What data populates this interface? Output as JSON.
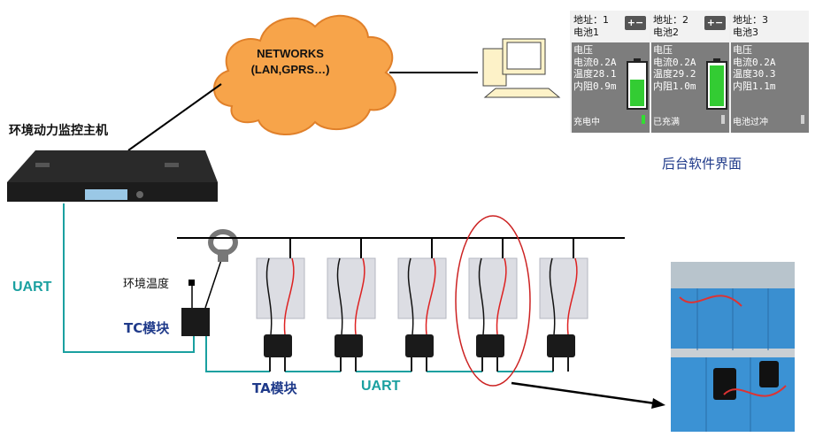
{
  "cloud": {
    "line1": "NETWORKS",
    "line2": "(LAN,GPRS…)"
  },
  "host_title": "环境动力监控主机",
  "uart_left": "UART",
  "env_temp": "环境温度",
  "tc_module": "TC模块",
  "ta_module": "TA模块",
  "uart_bottom": "UART",
  "software_caption": "后台软件界面",
  "software_panel": {
    "cells": [
      {
        "addr": "地址：1",
        "name": "电池1",
        "data": [
          "电压",
          "电流0.2A",
          "温度28.1",
          "内阻0.9m"
        ],
        "status": "充电中",
        "pm": "+−",
        "led": "green"
      },
      {
        "addr": "地址：2",
        "name": "电池2",
        "data": [
          "电压",
          "电流0.2A",
          "温度29.2",
          "内阻1.0m"
        ],
        "status": "已充满",
        "pm": "+−",
        "led": "grey"
      },
      {
        "addr": "地址：3",
        "name": "电池3",
        "data": [
          "电压",
          "电流0.2A",
          "温度30.3",
          "内阻1.1m"
        ],
        "status": "电池过冲",
        "pm": "",
        "led": "grey"
      }
    ]
  },
  "colors": {
    "uart_line": "#1aa0a0",
    "module_label": "#1f3a8a",
    "highlight": "#cc2222",
    "bus": "#000000",
    "battery_fill": "#33cc33"
  },
  "icons": [
    "cloud-icon",
    "desktop-computer-icon",
    "rack-host-icon",
    "current-clamp-icon",
    "battery-cell-icon",
    "battery-status-icon",
    "photo-battery-rack"
  ]
}
